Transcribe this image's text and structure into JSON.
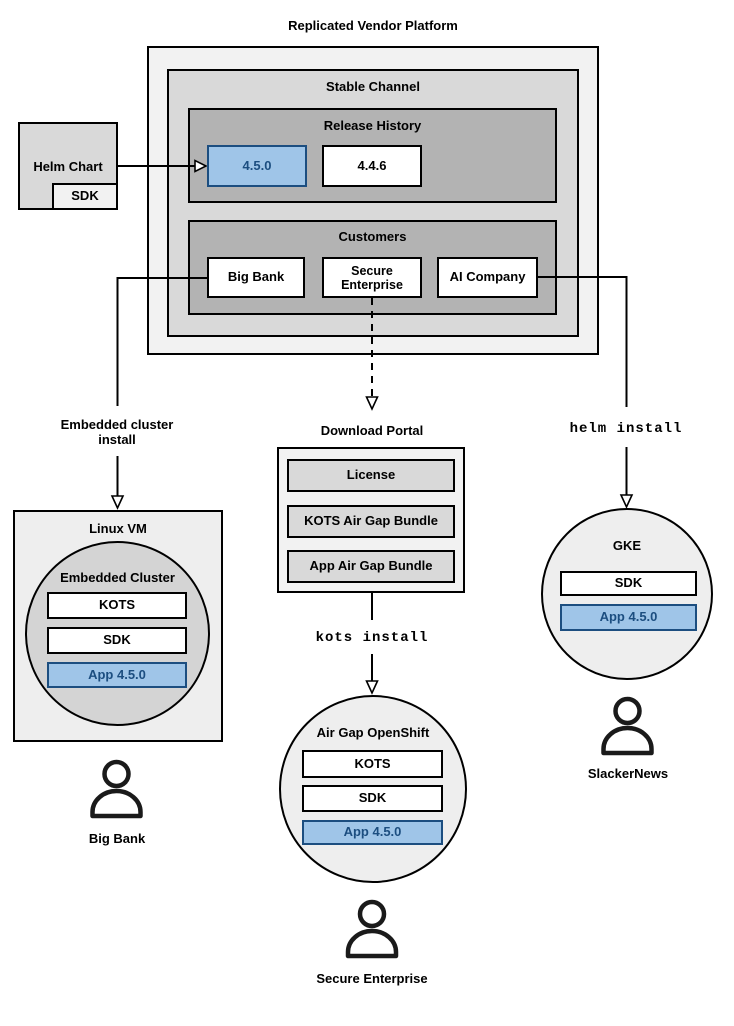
{
  "title": "Replicated Vendor Platform",
  "colors": {
    "highlight_fill": "#9fc5e8",
    "highlight_border": "#1c4e80",
    "highlight_text": "#1c4e80"
  },
  "platform": {
    "stable_channel": {
      "label": "Stable Channel",
      "release_history": {
        "label": "Release History",
        "releases": [
          {
            "version": "4.5.0",
            "highlighted": true
          },
          {
            "version": "4.4.6",
            "highlighted": false
          }
        ]
      },
      "customers": {
        "label": "Customers",
        "items": [
          {
            "name": "Big Bank"
          },
          {
            "name": "Secure Enterprise"
          },
          {
            "name": "AI Company"
          }
        ]
      }
    }
  },
  "helm_chart": {
    "label": "Helm Chart",
    "sdk_label": "SDK"
  },
  "edges": {
    "embedded_install": "Embedded cluster install",
    "helm_install": "helm install",
    "kots_install": "kots install"
  },
  "download_portal": {
    "label": "Download Portal",
    "items": [
      {
        "label": "License"
      },
      {
        "label": "KOTS Air Gap Bundle"
      },
      {
        "label": "App Air Gap Bundle"
      }
    ]
  },
  "deployments": {
    "embedded": {
      "env_label": "Linux VM",
      "cluster_label": "Embedded Cluster",
      "components": [
        {
          "label": "KOTS",
          "highlighted": false
        },
        {
          "label": "SDK",
          "highlighted": false
        },
        {
          "label": "App 4.5.0",
          "highlighted": true
        }
      ],
      "user": "Big Bank"
    },
    "airgap": {
      "cluster_label": "Air Gap OpenShift",
      "components": [
        {
          "label": "KOTS",
          "highlighted": false
        },
        {
          "label": "SDK",
          "highlighted": false
        },
        {
          "label": "App 4.5.0",
          "highlighted": true
        }
      ],
      "user": "Secure Enterprise"
    },
    "gke": {
      "cluster_label": "GKE",
      "components": [
        {
          "label": "SDK",
          "highlighted": false
        },
        {
          "label": "App 4.5.0",
          "highlighted": true
        }
      ],
      "user": "SlackerNews"
    }
  }
}
